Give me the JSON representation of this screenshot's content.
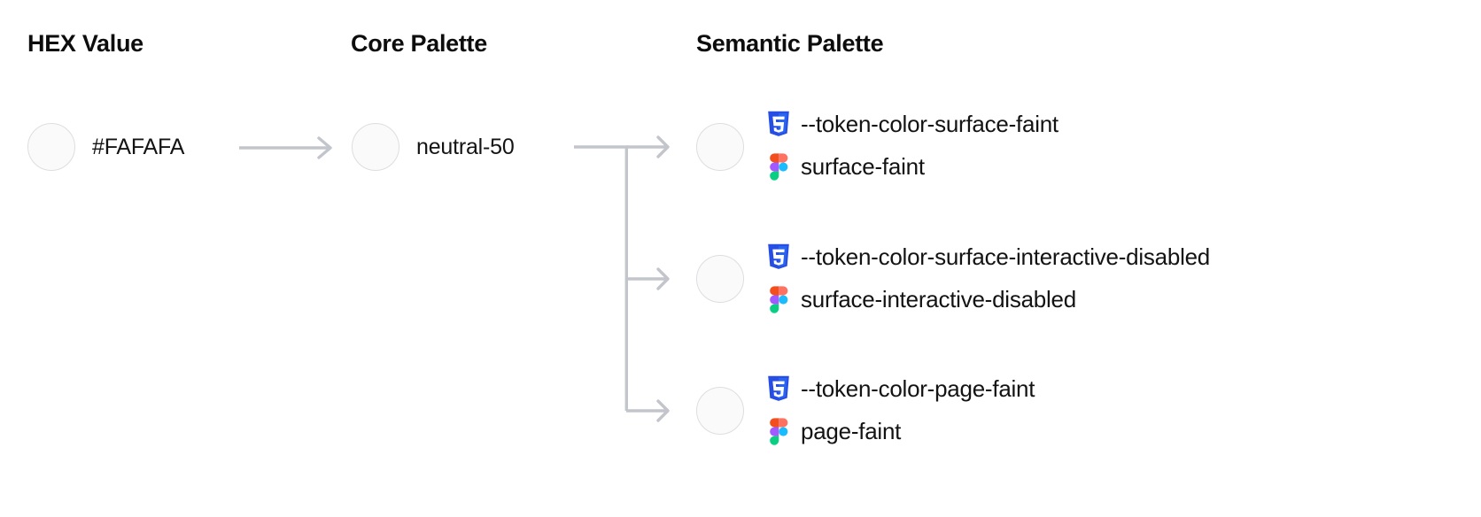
{
  "columns": {
    "hex": {
      "heading": "HEX Value"
    },
    "core": {
      "heading": "Core Palette"
    },
    "semantic": {
      "heading": "Semantic Palette"
    }
  },
  "hex": {
    "value": "#FAFAFA",
    "swatch_color": "#FAFAFA"
  },
  "core": {
    "value": "neutral-50",
    "swatch_color": "#FAFAFA"
  },
  "semantic": {
    "icons": {
      "css": "css3-icon",
      "figma": "figma-icon"
    },
    "rows": [
      {
        "swatch_color": "#FAFAFA",
        "css_token": "--token-color-surface-faint",
        "figma_token": "surface-faint"
      },
      {
        "swatch_color": "#FAFAFA",
        "css_token": "--token-color-surface-interactive-disabled",
        "figma_token": "surface-interactive-disabled"
      },
      {
        "swatch_color": "#FAFAFA",
        "css_token": "--token-color-page-faint",
        "figma_token": "page-faint"
      }
    ]
  },
  "connectors": {
    "line_color": "#C3C5CC",
    "arrow_hex_to_core": "arrow-right",
    "branch_core_to_semantic": "branching-arrows"
  },
  "theme": {
    "background": "#FFFFFF",
    "text_color": "#131313",
    "swatch_border": "#DEDEE2",
    "css_icon_blue": "#264DE4",
    "css_icon_blue_light": "#2965F1",
    "figma_red": "#F24E1E",
    "figma_salmon": "#FF7262",
    "figma_purple": "#A259FF",
    "figma_blue": "#1ABCFE",
    "figma_green": "#0ACF83"
  }
}
